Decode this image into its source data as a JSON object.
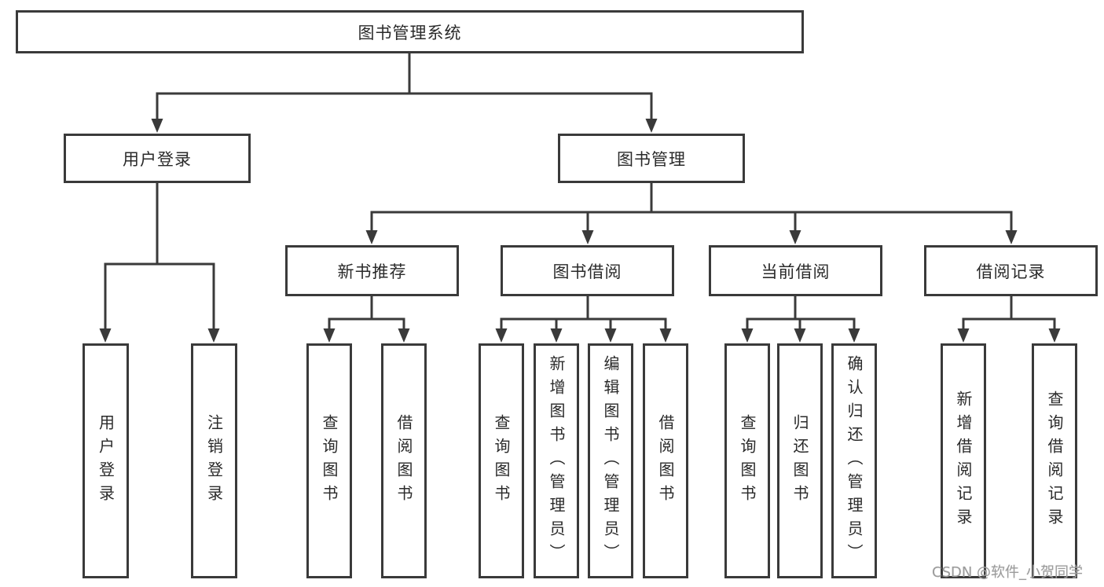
{
  "tree": {
    "label": "图书管理系统",
    "children": [
      {
        "label": "用户登录",
        "children": [
          {
            "label": "用户登录"
          },
          {
            "label": "注销登录"
          }
        ]
      },
      {
        "label": "图书管理",
        "children": [
          {
            "label": "新书推荐",
            "children": [
              {
                "label": "查询图书"
              },
              {
                "label": "借阅图书"
              }
            ]
          },
          {
            "label": "图书借阅",
            "children": [
              {
                "label": "查询图书"
              },
              {
                "label": "新增图书（管理员）"
              },
              {
                "label": "编辑图书（管理员）"
              },
              {
                "label": "借阅图书"
              }
            ]
          },
          {
            "label": "当前借阅",
            "children": [
              {
                "label": "查询图书"
              },
              {
                "label": "归还图书"
              },
              {
                "label": "确认归还（管理员）"
              }
            ]
          },
          {
            "label": "借阅记录",
            "children": [
              {
                "label": "新增借阅记录"
              },
              {
                "label": "查询借阅记录"
              }
            ]
          }
        ]
      }
    ]
  },
  "watermark": "CSDN @软件_小贺同学",
  "colors": {
    "line": "#3a3a3a",
    "text": "#2a2a2a",
    "background": "#ffffff",
    "watermark": "#9b9b9b"
  }
}
